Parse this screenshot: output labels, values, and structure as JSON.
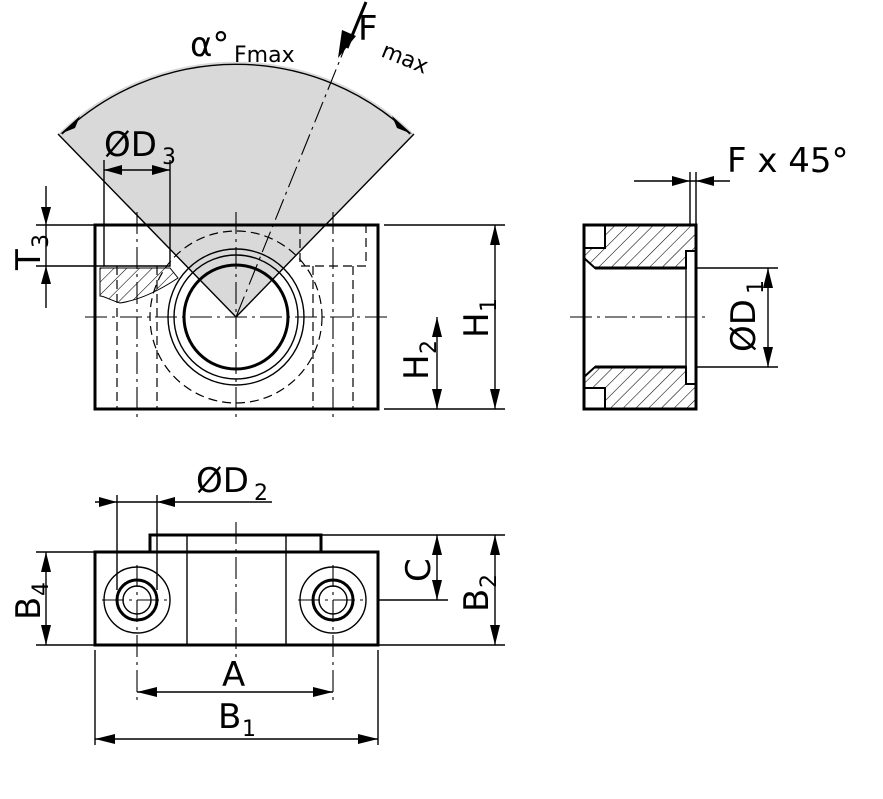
{
  "labels": {
    "alpha": "α°",
    "alpha_sub": "Fmax",
    "force": "F",
    "force_sub": "max",
    "d3": "ØD",
    "d3_sub": "3",
    "t3": "T",
    "t3_sub": "3",
    "h1": "H",
    "h1_sub": "1",
    "h2": "H",
    "h2_sub": "2",
    "chamfer": "F x 45°",
    "d1": "ØD",
    "d1_sub": "1",
    "d2": "ØD",
    "d2_sub": "2",
    "b4": "B",
    "b4_sub": "4",
    "c": "C",
    "b2": "B",
    "b2_sub": "2",
    "a": "A",
    "b1": "B",
    "b1_sub": "1"
  },
  "colors": {
    "line": "#000000",
    "sector_fill": "#d9d9d9",
    "background": "#ffffff"
  }
}
